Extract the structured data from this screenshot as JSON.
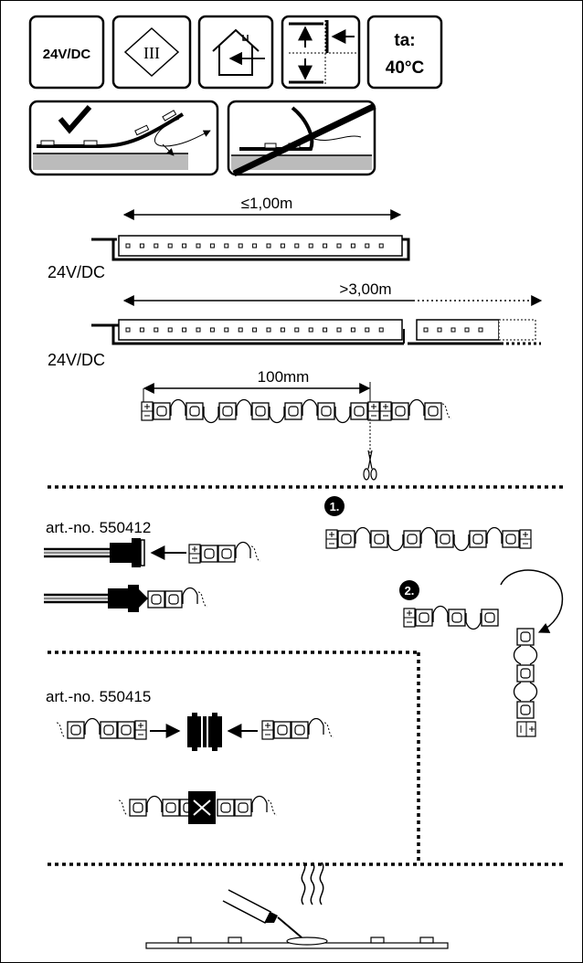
{
  "badges": {
    "voltage": "24V/DC",
    "protection_class": "III",
    "ambient_label": "ta:",
    "ambient_value": "40°C"
  },
  "dimensions": {
    "max_length": "≤1,00m",
    "extended_length": ">3,00m",
    "cut_interval": "100mm",
    "supply_label_1": "24V/DC",
    "supply_label_2": "24V/DC"
  },
  "connectors": {
    "feed_article": "art.-no. 550412",
    "joint_article": "art.-no. 550415",
    "step_1": "1.",
    "step_2": "2."
  }
}
